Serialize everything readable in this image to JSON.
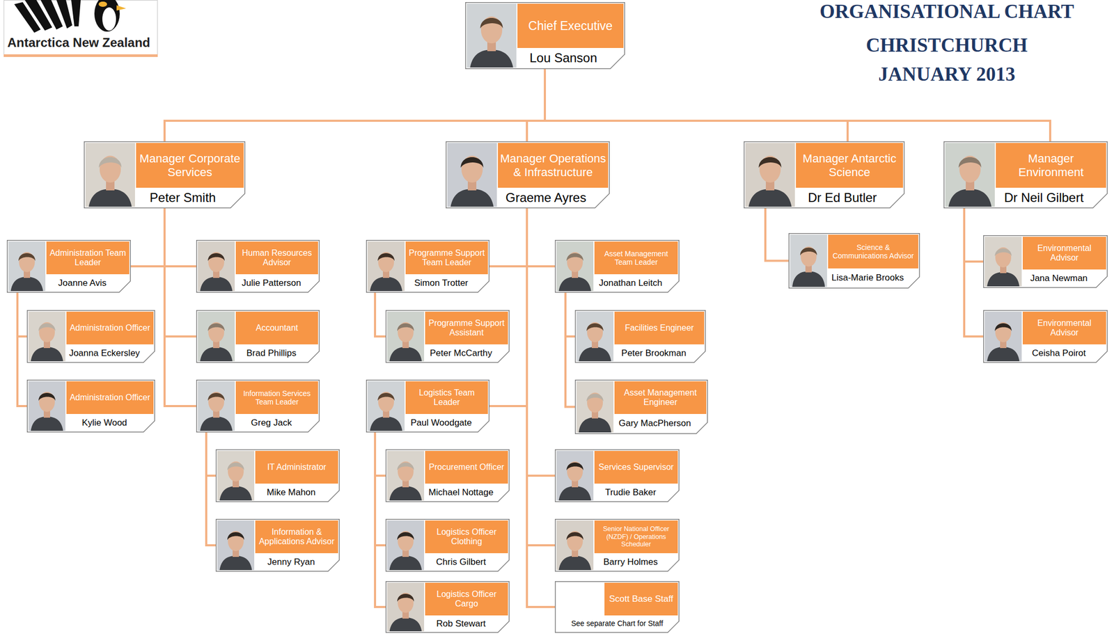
{
  "diagram": {
    "title": "ORGANISATIONAL CHART",
    "nodes": [
      {
        "text": [
          "Chief Executive",
          "Lou Sanson"
        ]
      },
      {
        "text": [
          "Manager Corporate Services",
          "Peter Smith"
        ]
      },
      {
        "text": [
          "Manager Operations & Infrastructure",
          "Graeme Ayres"
        ]
      },
      {
        "text": [
          "Manager Antarctic Science",
          "Dr Ed Butler"
        ]
      },
      {
        "text": [
          "Manager Environment",
          "Dr Neil Gilbert"
        ]
      },
      {
        "text": [
          "Administration Team Leader",
          "Joanne Avis"
        ]
      },
      {
        "text": [
          "Administration Officer",
          "Joanna Eckersley"
        ]
      },
      {
        "text": [
          "Administration Officer",
          "Kylie Wood"
        ]
      },
      {
        "text": [
          "Human Resources Advisor",
          "Julie Patterson"
        ]
      },
      {
        "text": [
          "Accountant",
          "Brad Phillips"
        ]
      },
      {
        "text": [
          "Information Services Team Leader",
          "Greg Jack"
        ]
      },
      {
        "text": [
          "IT Administrator",
          "Mike Mahon"
        ]
      },
      {
        "text": [
          "Information & Applications Advisor",
          "Jenny Ryan"
        ]
      },
      {
        "text": [
          "Programme Support Team Leader",
          "Simon Trotter"
        ]
      },
      {
        "text": [
          "Programme Support Assistant",
          "Peter McCarthy"
        ]
      },
      {
        "text": [
          "Logistics Team Leader",
          "Paul Woodgate"
        ]
      },
      {
        "text": [
          "Procurement Officer",
          "Michael Nottage"
        ]
      },
      {
        "text": [
          "Logistics Officer Clothing",
          "Chris Gilbert"
        ]
      },
      {
        "text": [
          "Logistics Officer Cargo",
          "Rob Stewart"
        ]
      },
      {
        "text": [
          "Asset Management Team Leader",
          "Jonathan Leitch"
        ]
      },
      {
        "text": [
          "Facilities Engineer",
          "Peter Brookman"
        ]
      },
      {
        "text": [
          "Asset Management Engineer",
          "Gary MacPherson"
        ]
      },
      {
        "text": [
          "Services Supervisor",
          "Trudie Baker"
        ]
      },
      {
        "text": [
          "Senior National Officer (NZDF) / Operations Scheduler",
          "Barry Holmes"
        ]
      },
      {
        "text": [
          "Scott Base Staff",
          "See separate Chart for Staff"
        ]
      },
      {
        "text": [
          "Science & Communications Advisor",
          "Lisa-Marie Brooks"
        ]
      },
      {
        "text": [
          "Environmental Advisor",
          "Jana Newman"
        ]
      },
      {
        "text": [
          "Environmental Advisor",
          "Ceisha Poirot"
        ]
      }
    ],
    "edges": [
      {
        "from": 0,
        "to": 1,
        "arrow": "none"
      },
      {
        "from": 0,
        "to": 2,
        "arrow": "none"
      },
      {
        "from": 0,
        "to": 3,
        "arrow": "none"
      },
      {
        "from": 0,
        "to": 4,
        "arrow": "none"
      },
      {
        "from": 1,
        "to": 5,
        "arrow": "none"
      },
      {
        "from": 1,
        "to": 8,
        "arrow": "none"
      },
      {
        "from": 1,
        "to": 9,
        "arrow": "none"
      },
      {
        "from": 1,
        "to": 10,
        "arrow": "none"
      },
      {
        "from": 5,
        "to": 6,
        "arrow": "none"
      },
      {
        "from": 5,
        "to": 7,
        "arrow": "none"
      },
      {
        "from": 10,
        "to": 11,
        "arrow": "none"
      },
      {
        "from": 10,
        "to": 12,
        "arrow": "none"
      },
      {
        "from": 2,
        "to": 13,
        "arrow": "none"
      },
      {
        "from": 2,
        "to": 19,
        "arrow": "none"
      },
      {
        "from": 2,
        "to": 15,
        "arrow": "none"
      },
      {
        "from": 2,
        "to": 22,
        "arrow": "none"
      },
      {
        "from": 2,
        "to": 23,
        "arrow": "none"
      },
      {
        "from": 2,
        "to": 24,
        "arrow": "none"
      },
      {
        "from": 13,
        "to": 14,
        "arrow": "none"
      },
      {
        "from": 15,
        "to": 16,
        "arrow": "none"
      },
      {
        "from": 15,
        "to": 17,
        "arrow": "none"
      },
      {
        "from": 15,
        "to": 18,
        "arrow": "none"
      },
      {
        "from": 19,
        "to": 20,
        "arrow": "none"
      },
      {
        "from": 19,
        "to": 21,
        "arrow": "none"
      },
      {
        "from": 3,
        "to": 25,
        "arrow": "none"
      },
      {
        "from": 4,
        "to": 26,
        "arrow": "none"
      },
      {
        "from": 4,
        "to": 27,
        "arrow": "none"
      }
    ],
    "labels": [
      "Antarctica New Zealand",
      "CHRISTCHURCH",
      "JANUARY 2013"
    ]
  }
}
